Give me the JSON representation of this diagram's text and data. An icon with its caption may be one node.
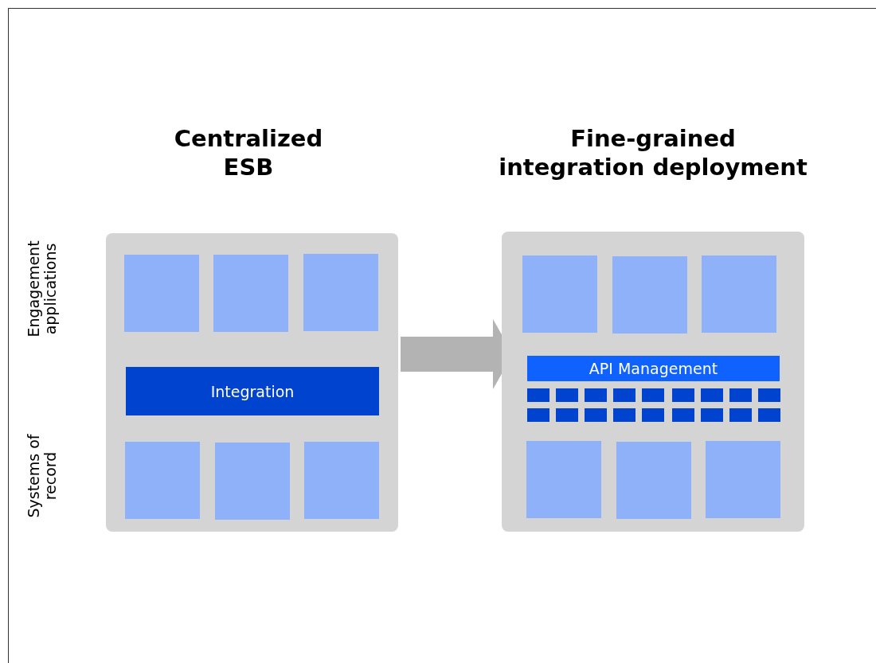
{
  "diagram": {
    "nodes": [
      {
        "text": [],
        "shape": "box"
      },
      {
        "text": [],
        "shape": "box",
        "in": 0
      },
      {
        "text": [],
        "shape": "box",
        "in": 0
      },
      {
        "text": [],
        "shape": "box",
        "in": 0
      },
      {
        "text": [
          "Integration"
        ],
        "in": 0
      },
      {
        "text": [],
        "shape": "box",
        "in": 0
      },
      {
        "text": [],
        "shape": "box",
        "in": 0
      },
      {
        "text": [],
        "shape": "box",
        "in": 0
      },
      {
        "text": [],
        "shape": "box"
      },
      {
        "text": [],
        "shape": "box",
        "in": 8
      },
      {
        "text": [],
        "shape": "box",
        "in": 8
      },
      {
        "text": [],
        "shape": "box",
        "in": 8
      },
      {
        "text": [
          "API Management"
        ],
        "in": 8
      },
      {
        "text": [],
        "shape": "box",
        "in": 8
      },
      {
        "text": [],
        "shape": "box",
        "in": 8
      },
      {
        "text": [],
        "shape": "box",
        "in": 8
      },
      {
        "text": [],
        "shape": "box",
        "in": 8
      },
      {
        "text": [],
        "shape": "box",
        "in": 8
      },
      {
        "text": [],
        "shape": "box",
        "in": 8
      },
      {
        "text": [],
        "shape": "box",
        "in": 8
      },
      {
        "text": [],
        "shape": "box",
        "in": 8
      },
      {
        "text": [],
        "shape": "box",
        "in": 8
      },
      {
        "text": [],
        "shape": "box",
        "in": 8
      },
      {
        "text": [],
        "shape": "box",
        "in": 8
      },
      {
        "text": [],
        "shape": "box",
        "in": 8
      },
      {
        "text": [],
        "shape": "box",
        "in": 8
      },
      {
        "text": [],
        "shape": "box",
        "in": 8
      },
      {
        "text": [],
        "shape": "box",
        "in": 8
      },
      {
        "text": [],
        "shape": "box",
        "in": 8
      },
      {
        "text": [],
        "shape": "box",
        "in": 8
      },
      {
        "text": [],
        "shape": "box",
        "in": 8
      },
      {
        "text": [],
        "shape": "box",
        "in": 8
      },
      {
        "text": [],
        "shape": "box",
        "in": 8
      },
      {
        "text": [],
        "shape": "box",
        "in": 8
      }
    ],
    "edges": [
      {
        "from": 0,
        "to": 8,
        "arrow": "to"
      }
    ],
    "labels": [
      "Centralized ESB",
      "Fine-grained integration deployment",
      "Engagement applications",
      "Systems of record"
    ]
  }
}
